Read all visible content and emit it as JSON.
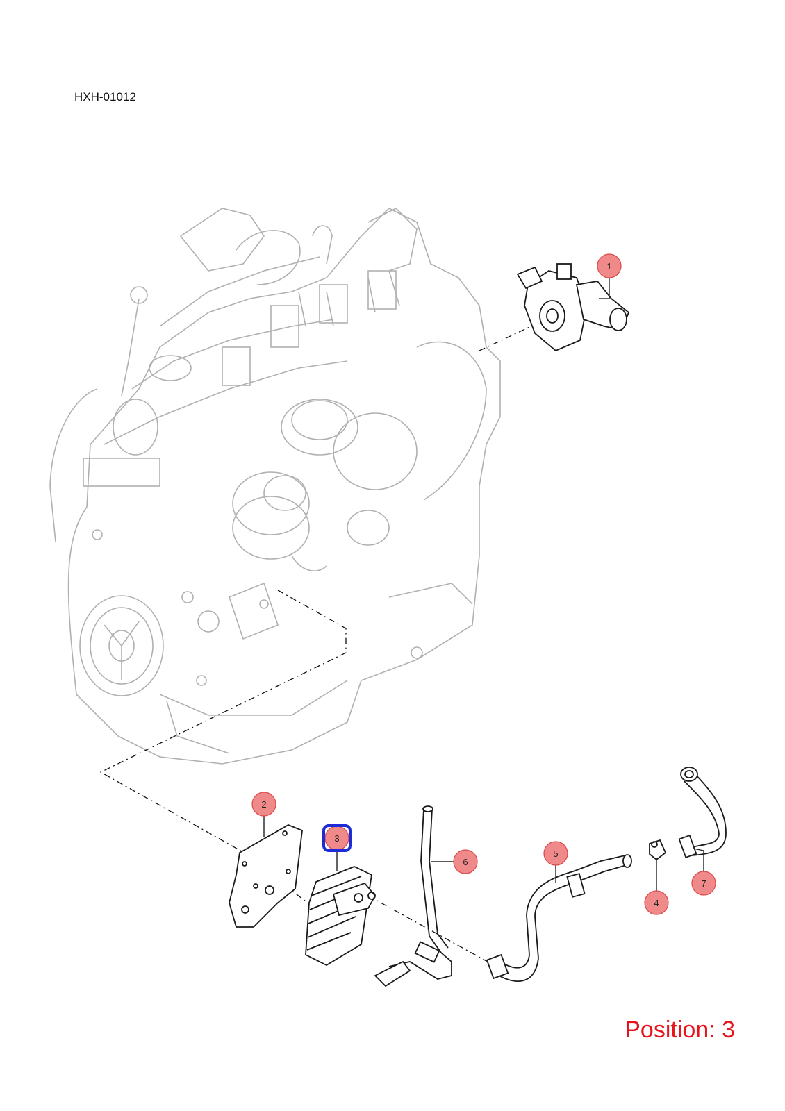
{
  "diagram_code": "HXH-01012",
  "position_label": "Position: 3",
  "callouts": [
    {
      "id": "1",
      "label": "1",
      "selected": false
    },
    {
      "id": "2",
      "label": "2",
      "selected": false
    },
    {
      "id": "3",
      "label": "3",
      "selected": true
    },
    {
      "id": "4",
      "label": "4",
      "selected": false
    },
    {
      "id": "5",
      "label": "5",
      "selected": false
    },
    {
      "id": "6",
      "label": "6",
      "selected": false
    },
    {
      "id": "7",
      "label": "7",
      "selected": false
    }
  ],
  "colors": {
    "callout_fill": "#f08a8a",
    "selection_outline": "#1f2bd6",
    "position_text": "#e8141b",
    "engine_line": "#b0b0b0"
  }
}
